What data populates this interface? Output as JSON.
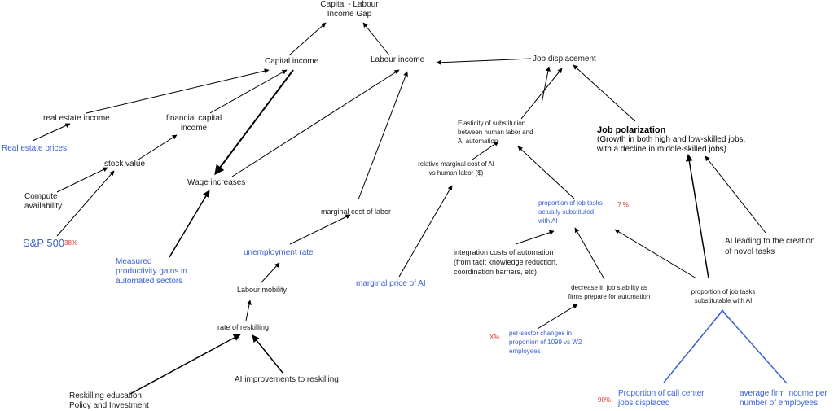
{
  "nodes": {
    "capital_labour_gap": "Capital  - Labour\nIncome  Gap",
    "capital_income": "Capital  income",
    "labour_income": "Labour  income",
    "job_displacement": "Job  displacement",
    "real_estate_income": "real  estate  income",
    "financial_capital_income": "financial  capital\nincome",
    "real_estate_prices": "Real  estate  prices",
    "stock_value": "stock  value",
    "compute_availability": "Compute\navailability",
    "sp500": "S&P 500",
    "wage_increases": "Wage  increases",
    "measured_productivity": "Measured\nproductivity  gains  in\nautomated  sectors",
    "elasticity": "Elasticity  of  substitution\nbetween  human  labor  and\nAI  automation",
    "relative_marginal_cost": "relative  marginal  cost  of AI\nvs human  labor  ($)",
    "marginal_cost_labor": "marginal  cost  of  labor",
    "unemployment_rate": "unemployment  rate",
    "labour_mobility": "Labour  mobility",
    "rate_reskilling": "rate  of  reskilling",
    "reskilling_policy": "Reskilling  education\nPolicy  and  Investment",
    "ai_improvements_reskilling": "AI  improvements  to  reskilling",
    "marginal_price_ai": "marginal  price  of  AI",
    "job_polarization_title": "Job polarization",
    "job_polarization_desc": "(Growth in both high and low-skilled jobs,\nwith a decline in middle-skilled jobs)",
    "proportion_actually_substituted": "proportion  of  job tasks\nactually  substituted\nwith  AI",
    "integration_costs": "integration  costs  of  automation\n(from  tacit  knowledge  reduction,\ncoordination  barriers,  etc)",
    "decrease_job_stability": "decrease  in  job  stability  as\nfirms  prepare  for  automation",
    "ai_novel_tasks": "AI  leading  to  the  creation\nof  novel  tasks",
    "proportion_substitutable": "proportion  of  job  tasks\nsubstitutable  with  AI",
    "per_sector_changes": "per-sector  changes  in\nproportion  of  1099  vs W2\nemployees",
    "call_center": "Proportion  of  call  center\njobs  displaced",
    "avg_firm_income": "average  firm  income  per\nnumber  of  employees"
  },
  "percent_labels": {
    "sp500": "38%",
    "substituted": "? %",
    "per_sector": "X%",
    "call_center": "90%"
  },
  "colors": {
    "arrow": "#000000",
    "blue_text": "#3a5fd6",
    "percent": "#d9342b",
    "blue_lines": "#3a5fd6"
  }
}
